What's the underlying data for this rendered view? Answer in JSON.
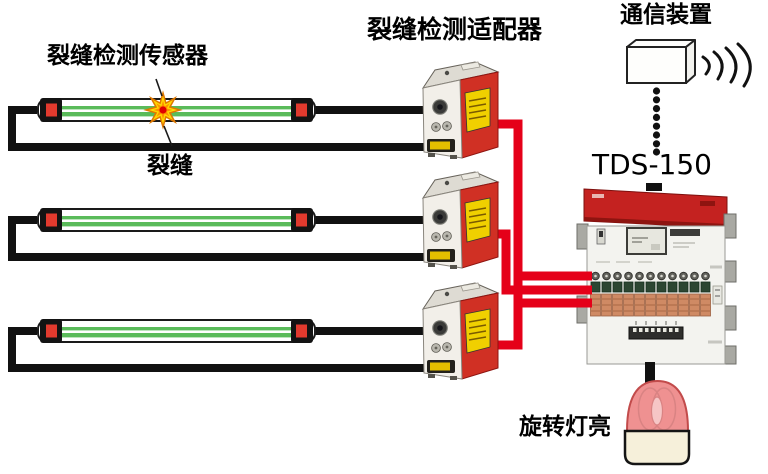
{
  "labels": {
    "sensor": "裂缝检测传感器",
    "crack": "裂缝",
    "adapter": "裂缝检测适配器",
    "comm": "通信装置",
    "logger": "TDS-150",
    "beacon": "旋转灯亮"
  },
  "colors": {
    "cable-black": "#111111",
    "cable-red": "#e50019",
    "sensor-green": "#5abb5a",
    "connector-red": "#e23a2e",
    "adapter-red": "#d03024",
    "warning-yellow": "#f0d000",
    "tds-red": "#c42220",
    "terminal-orange": "#cf8a64",
    "terminal-green": "#2c4632",
    "beacon-pink": "#ef9191",
    "beacon-base": "#f6f0da"
  },
  "structure": {
    "sensor_rows": 3,
    "adapters": 3,
    "radio_wave_arcs": 4,
    "link_dots": 8
  }
}
